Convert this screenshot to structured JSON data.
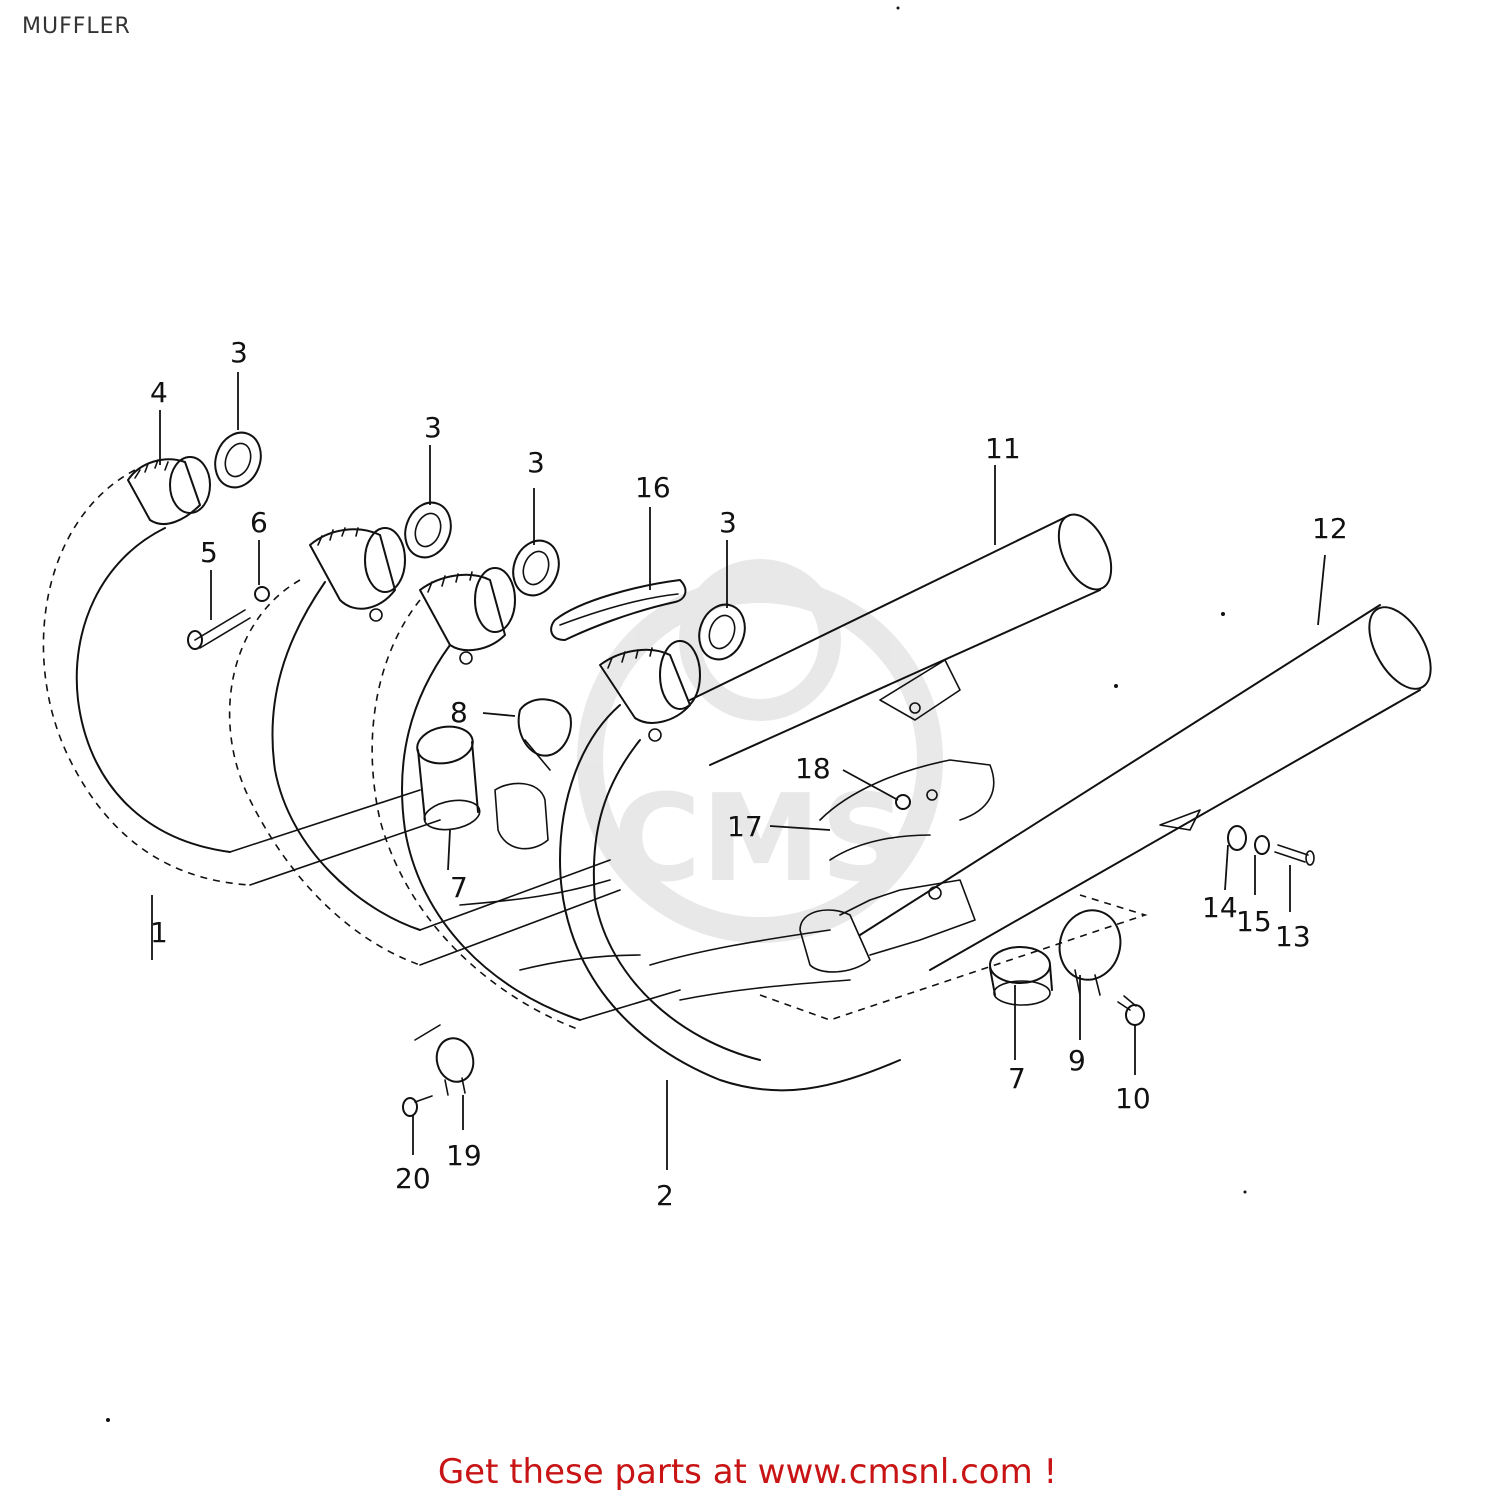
{
  "page": {
    "title": "MUFFLER"
  },
  "callouts": {
    "c1": "1",
    "c2": "2",
    "c3a": "3",
    "c3b": "3",
    "c3c": "3",
    "c3d": "3",
    "c4": "4",
    "c5": "5",
    "c6": "6",
    "c7a": "7",
    "c7b": "7",
    "c8": "8",
    "c9": "9",
    "c10": "10",
    "c11": "11",
    "c12": "12",
    "c13": "13",
    "c14": "14",
    "c15": "15",
    "c16": "16",
    "c17": "17",
    "c18": "18",
    "c19": "19",
    "c20": "20"
  },
  "watermark": {
    "text": "CMS"
  },
  "footer": {
    "link_text": "Get these parts at www.cmsnl.com !"
  },
  "colors": {
    "link": "#c81414",
    "ink": "#111111"
  }
}
